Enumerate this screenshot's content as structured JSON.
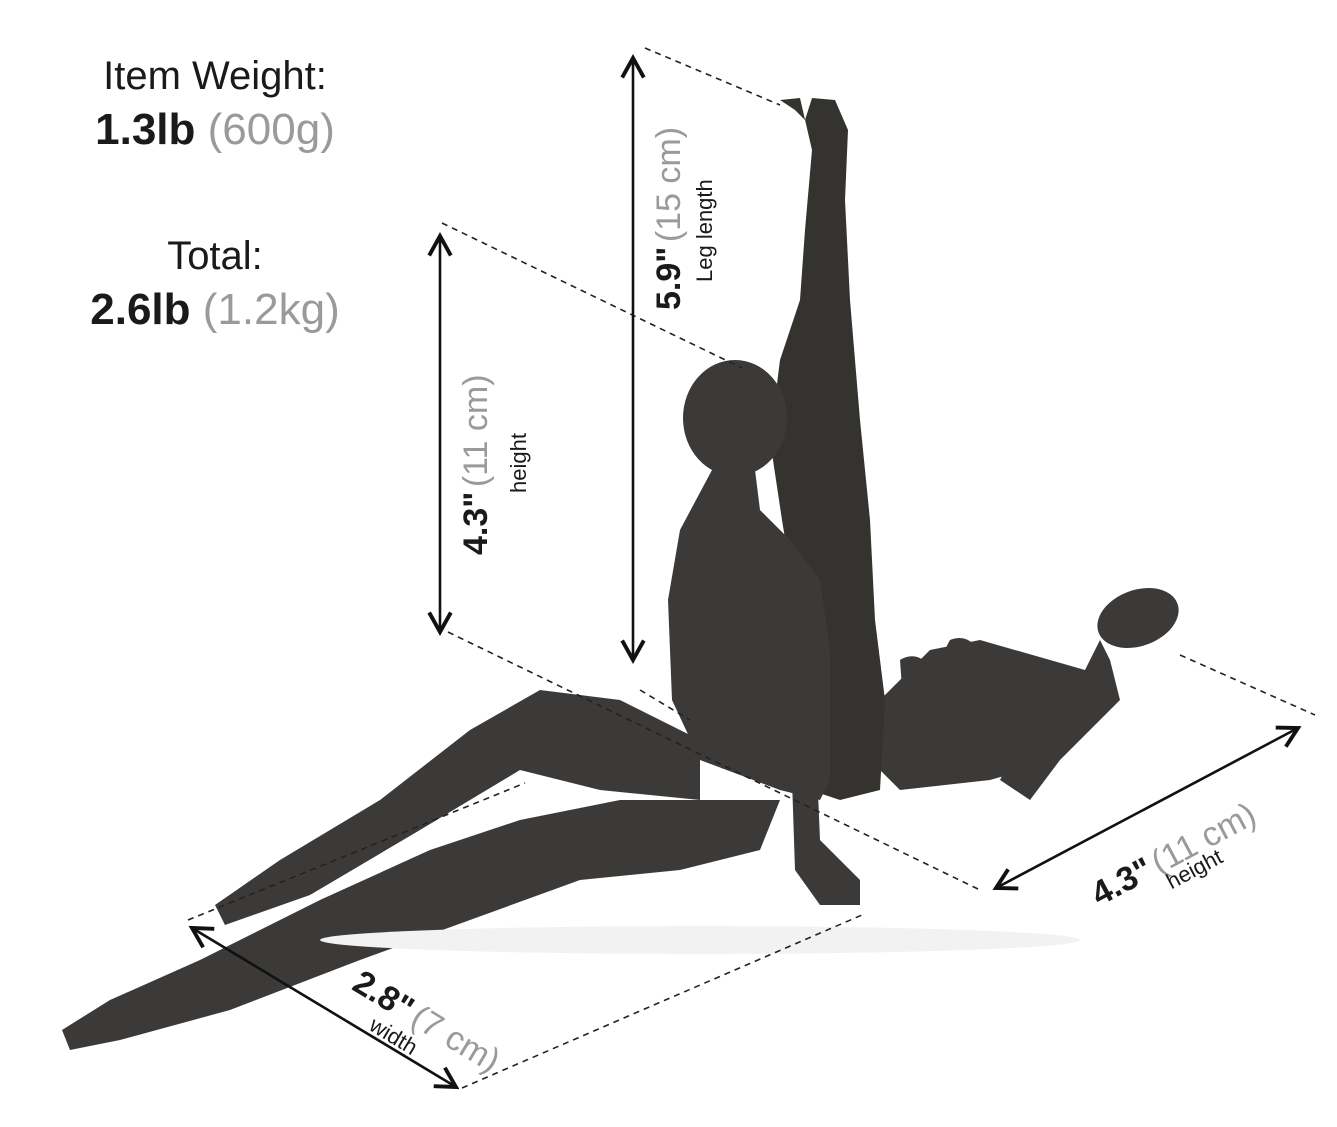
{
  "item_weight": {
    "label": "Item Weight:",
    "value": "1.3lb",
    "alt": "(600g)"
  },
  "total_weight": {
    "label": "Total:",
    "value": "2.6lb",
    "alt": "(1.2kg)"
  },
  "leg_length": {
    "value": "5.9\"",
    "alt": "(15 cm)",
    "caption": "Leg length"
  },
  "sitting_height": {
    "value": "4.3\"",
    "alt": "(11 cm)",
    "caption": "height"
  },
  "lying_height": {
    "value": "4.3\"",
    "alt": "(11 cm)",
    "caption": "height"
  },
  "width": {
    "value": "2.8\"",
    "alt": "(7 cm)",
    "caption": "width"
  },
  "colors": {
    "figure": "#3b3a38",
    "text": "#1a1a1a",
    "muted": "#9a9a9a"
  }
}
